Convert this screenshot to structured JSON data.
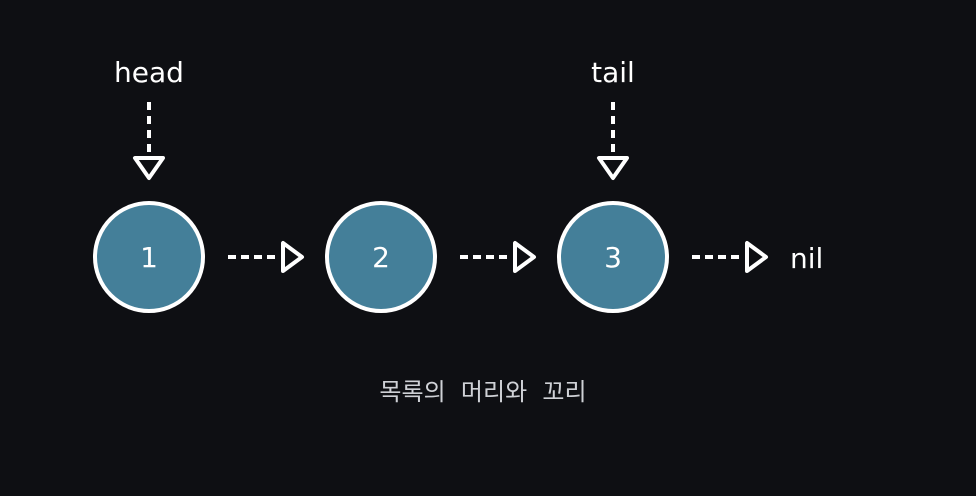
{
  "diagram": {
    "pointers": {
      "head": "head",
      "tail": "tail"
    },
    "nodes": [
      {
        "label": "1"
      },
      {
        "label": "2"
      },
      {
        "label": "3"
      }
    ],
    "terminator": "nil",
    "caption": "목록의  머리와  꼬리"
  },
  "colors": {
    "background": "#0e0f13",
    "node_fill": "#447f99",
    "stroke": "#ffffff",
    "text": "#ffffff",
    "caption": "#cfd1d6"
  }
}
